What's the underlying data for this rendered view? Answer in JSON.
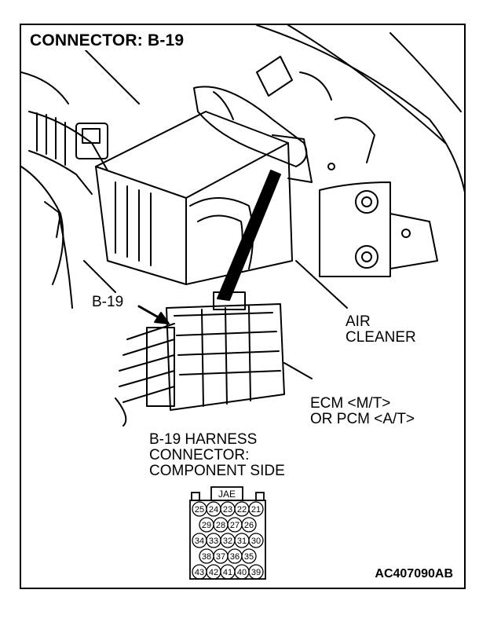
{
  "title": "CONNECTOR: B-19",
  "labels": {
    "b19": "B-19",
    "air_cleaner": "AIR\nCLEANER",
    "ecm": "ECM <M/T>\nOR PCM <A/T>",
    "harness": "B-19 HARNESS\nCONNECTOR:\nCOMPONENT SIDE",
    "jae": "JAE",
    "code": "AC407090AB"
  },
  "connector_pins": [
    [
      "25",
      "24",
      "23",
      "22",
      "21"
    ],
    [
      "29",
      "28",
      "27",
      "26"
    ],
    [
      "34",
      "33",
      "32",
      "31",
      "30"
    ],
    [
      "38",
      "37",
      "36",
      "35"
    ],
    [
      "43",
      "42",
      "41",
      "40",
      "39"
    ]
  ]
}
